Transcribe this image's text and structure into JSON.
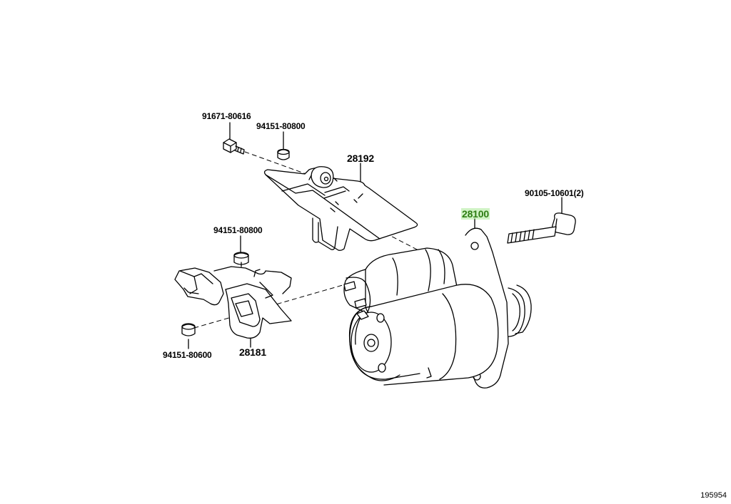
{
  "diagram": {
    "parts": [
      {
        "id": "p1",
        "number": "91671-80616"
      },
      {
        "id": "p2",
        "number": "94151-80800"
      },
      {
        "id": "p3",
        "number": "28192"
      },
      {
        "id": "p4",
        "number": "90105-10601(2)"
      },
      {
        "id": "p5",
        "number": "28100",
        "highlighted": true
      },
      {
        "id": "p6",
        "number": "94151-80800"
      },
      {
        "id": "p7",
        "number": "94151-80600"
      },
      {
        "id": "p8",
        "number": "28181"
      }
    ],
    "figure_id": "195954",
    "colors": {
      "line": "#000000",
      "highlight": "#2e7d14",
      "highlight_bg": "#78dc5a"
    }
  }
}
